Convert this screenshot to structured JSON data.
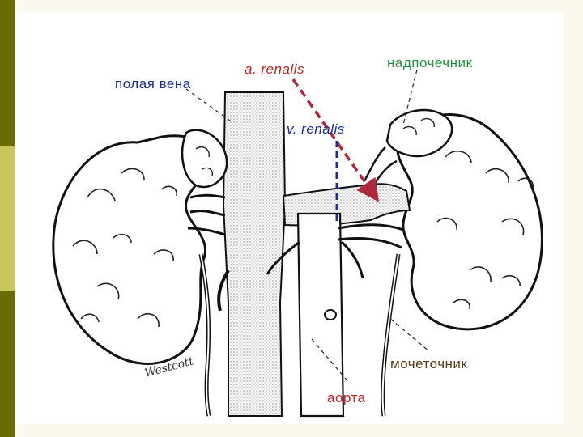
{
  "labels": {
    "vena_cava": "полая вена",
    "renal_artery": "a. renalis",
    "adrenal": "надпочечник",
    "renal_vein": "v. renalis",
    "ureter": "мочеточник",
    "aorta": "аорта"
  },
  "signature": "Westcott",
  "colors": {
    "bar_dark": "#6b6b06",
    "bar_light": "#c6c65a",
    "label_blue": "#1a2c8c",
    "label_red": "#c62222",
    "label_green": "#1f8e3a",
    "label_brown": "#5a3a1a",
    "arrow_red": "#b0283c",
    "arrow_blue": "#1a2c9c"
  }
}
